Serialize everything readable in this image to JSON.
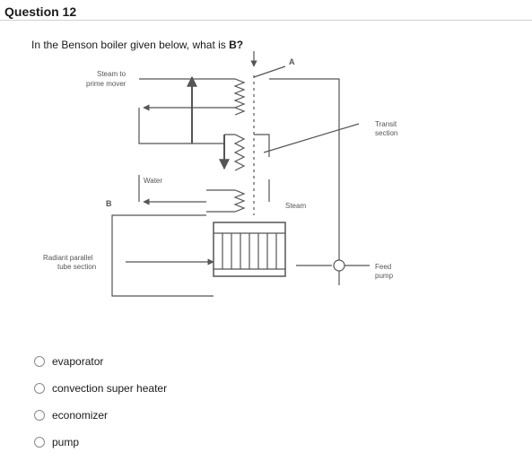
{
  "question": {
    "title": "Question 12",
    "text_prefix": "In the Benson boiler given below, what is ",
    "text_bold": "B?"
  },
  "diagram": {
    "labels": {
      "steam_to_prime_mover_line1": "Steam to",
      "steam_to_prime_mover_line2": "prime mover",
      "a": "A",
      "transit_line1": "Transit",
      "transit_line2": "section",
      "water": "Water",
      "b": "B",
      "steam": "Steam",
      "radiant_line1": "Radiant parallel",
      "radiant_line2": "tube section",
      "feed_line1": "Feed",
      "feed_line2": "pump"
    }
  },
  "options": [
    {
      "label": "evaporator",
      "selected": false
    },
    {
      "label": "convection super heater",
      "selected": false
    },
    {
      "label": "economizer",
      "selected": false
    },
    {
      "label": "pump",
      "selected": false
    }
  ],
  "colors": {
    "line": "#555555",
    "text": "#1a1a1a",
    "radio_border": "#8a8a8a"
  }
}
